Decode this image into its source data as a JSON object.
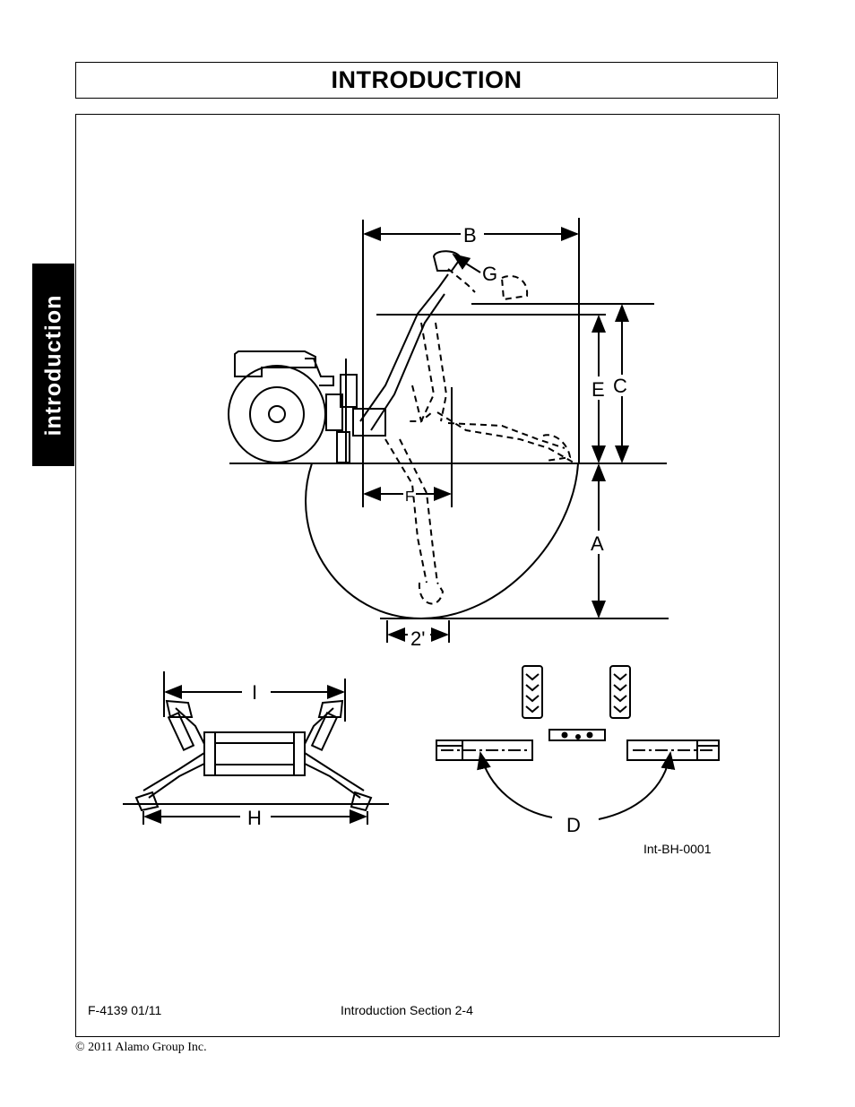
{
  "header": {
    "title": "INTRODUCTION"
  },
  "side_tab": {
    "label": "introduction"
  },
  "figure": {
    "labels": {
      "A": "A",
      "B": "B",
      "C": "C",
      "D": "D",
      "E": "E",
      "F": "F",
      "G": "G",
      "H": "H",
      "I": "I",
      "two_feet": "2'"
    },
    "figure_id": "Int-BH-0001"
  },
  "footer": {
    "doc_number": "F-4139   01/11",
    "section": "Introduction Section 2-4",
    "copyright": "© 2011 Alamo Group Inc."
  }
}
